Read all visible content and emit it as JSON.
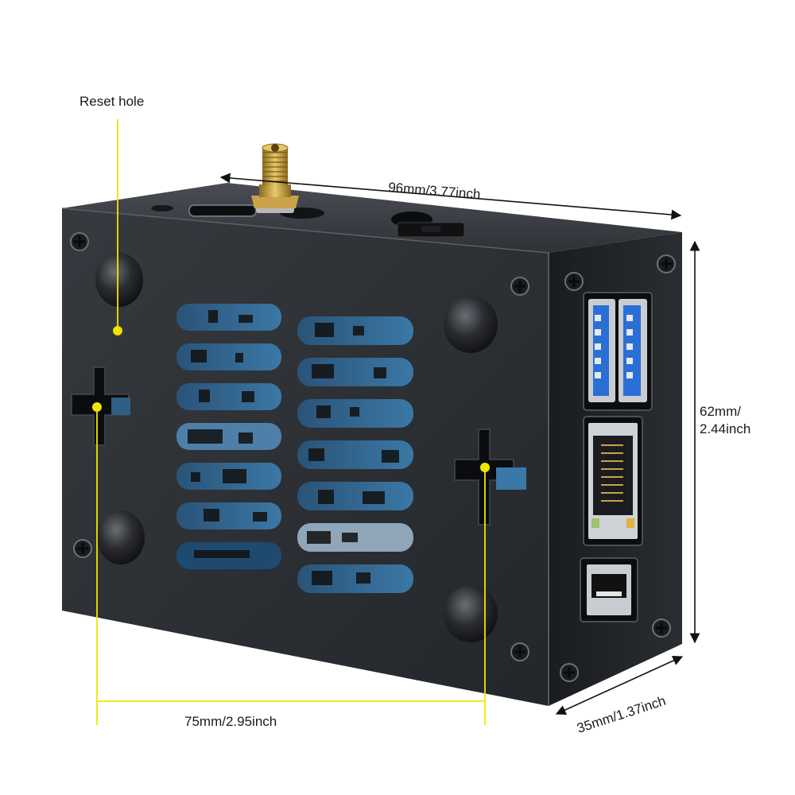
{
  "annotations": {
    "reset_hole": "Reset hole",
    "length": "96mm/3.77inch",
    "height_line1": "62mm/",
    "height_line2": "2.44inch",
    "depth": "35mm/1.37inch",
    "mount_spacing": "75mm/2.95inch"
  },
  "colors": {
    "case_front": "#2c2f33",
    "case_side": "#1d1f22",
    "case_top": "#3a3d42",
    "pcb": "#2f5f86",
    "accent_yellow": "#f2e600",
    "usb3_blue": "#2a6fd6",
    "dimension_arrow": "#111111"
  },
  "product": {
    "front_ports": [
      "usb3-port",
      "usb3-port",
      "ethernet-port",
      "usb-port"
    ],
    "feature_icons": [
      "sma-antenna-connector",
      "screw-icon",
      "rubber-foot",
      "ventilation-slot"
    ]
  }
}
